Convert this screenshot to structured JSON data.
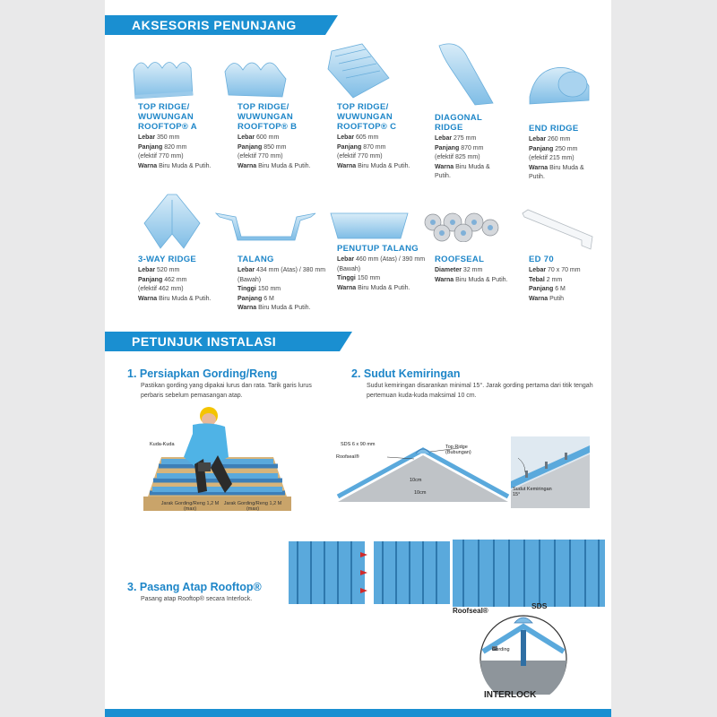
{
  "header": {
    "title": "AKSESORIS PENUNJANG"
  },
  "products": [
    {
      "name": "TOP RIDGE/ WUWUNGAN ROOFTOP® A",
      "specs": [
        {
          "k": "Lebar",
          "v": "350 mm"
        },
        {
          "k": "Panjang",
          "v": "820 mm"
        },
        {
          "k": "",
          "v": "(efektif 770 mm)"
        },
        {
          "k": "Warna",
          "v": "Biru Muda & Putih."
        }
      ]
    },
    {
      "name": "TOP RIDGE/ WUWUNGAN ROOFTOP® B",
      "specs": [
        {
          "k": "Lebar",
          "v": "600 mm"
        },
        {
          "k": "Panjang",
          "v": "850 mm"
        },
        {
          "k": "",
          "v": "(efektif 770 mm)"
        },
        {
          "k": "Warna",
          "v": "Biru Muda & Putih."
        }
      ]
    },
    {
      "name": "TOP RIDGE/ WUWUNGAN ROOFTOP® C",
      "specs": [
        {
          "k": "Lebar",
          "v": "605 mm"
        },
        {
          "k": "Panjang",
          "v": "870 mm"
        },
        {
          "k": "",
          "v": "(efektif 770 mm)"
        },
        {
          "k": "Warna",
          "v": "Biru Muda & Putih."
        }
      ]
    },
    {
      "name": "DIAGONAL RIDGE",
      "specs": [
        {
          "k": "Lebar",
          "v": "275 mm"
        },
        {
          "k": "Panjang",
          "v": "870 mm"
        },
        {
          "k": "",
          "v": "(efektif 825 mm)"
        },
        {
          "k": "Warna",
          "v": "Biru Muda & Putih."
        }
      ]
    },
    {
      "name": "END RIDGE",
      "specs": [
        {
          "k": "Lebar",
          "v": "260 mm"
        },
        {
          "k": "Panjang",
          "v": "250 mm"
        },
        {
          "k": "",
          "v": "(efektif 215 mm)"
        },
        {
          "k": "Warna",
          "v": "Biru Muda & Putih."
        }
      ]
    },
    {
      "name": "3-WAY RIDGE",
      "specs": [
        {
          "k": "Lebar",
          "v": "520 mm"
        },
        {
          "k": "Panjang",
          "v": "462 mm"
        },
        {
          "k": "",
          "v": "(efektif 462 mm)"
        },
        {
          "k": "Warna",
          "v": "Biru Muda & Putih."
        }
      ]
    },
    {
      "name": "TALANG",
      "specs": [
        {
          "k": "Lebar",
          "v": "434 mm (Atas) / 380 mm (Bawah)"
        },
        {
          "k": "Tinggi",
          "v": "150 mm"
        },
        {
          "k": "Panjang",
          "v": "6 M"
        },
        {
          "k": "Warna",
          "v": "Biru Muda & Putih."
        }
      ]
    },
    {
      "name": "PENUTUP TALANG",
      "specs": [
        {
          "k": "Lebar",
          "v": "460 mm (Atas) / 390 mm (Bawah)"
        },
        {
          "k": "Tinggi",
          "v": "150 mm"
        },
        {
          "k": "Warna",
          "v": "Biru Muda & Putih."
        }
      ]
    },
    {
      "name": "ROOFSEAL",
      "specs": [
        {
          "k": "Diameter",
          "v": "32 mm"
        },
        {
          "k": "Warna",
          "v": "Biru Muda & Putih."
        }
      ]
    },
    {
      "name": "ED 70",
      "specs": [
        {
          "k": "Lebar",
          "v": "70 x 70 mm"
        },
        {
          "k": "Tebal",
          "v": "2 mm"
        },
        {
          "k": "Panjang",
          "v": "6 M"
        },
        {
          "k": "Warna",
          "v": "Putih"
        }
      ]
    }
  ],
  "install": {
    "title": "PETUNJUK INSTALASI",
    "step1": {
      "title": "1. Persiapkan Gording/Reng",
      "text": "Pastikan gording yang dipakai lurus dan rata. Tarik garis lurus perbaris sebelum pemasangan atap."
    },
    "step2": {
      "title": "2. Sudut Kemiringan",
      "text": "Sudut kemiringan disarankan minimal 15°. Jarak gording pertama dari titik tengah pertemuan kuda-kuda maksimal 10 cm."
    },
    "step3": {
      "title": "3. Pasang Atap Rooftop®",
      "text": "Pasang atap Rooftop® secara Interlock."
    },
    "labels": {
      "kuda": "Kuda-Kuda",
      "jarak1": "Jarak Gording/Reng 1,2 M (max)",
      "jarak2": "Jarak Gording/Reng 1,2 M (max)",
      "sds": "SDS 6 x 90 mm",
      "roofseal": "Roofseal®",
      "topridge": "Top Ridge (Bubungan)",
      "ten1": "10cm",
      "ten2": "10cm",
      "sudut": "Sudut Kemiringan 15°",
      "roofseal2": "Roofseal®",
      "sds2": "SDS",
      "gording": "Gording",
      "interlock": "INTERLOCK"
    }
  },
  "colors": {
    "accent": "#1a8fd1",
    "title": "#1e86c8",
    "roof": "#5aa9dc"
  }
}
